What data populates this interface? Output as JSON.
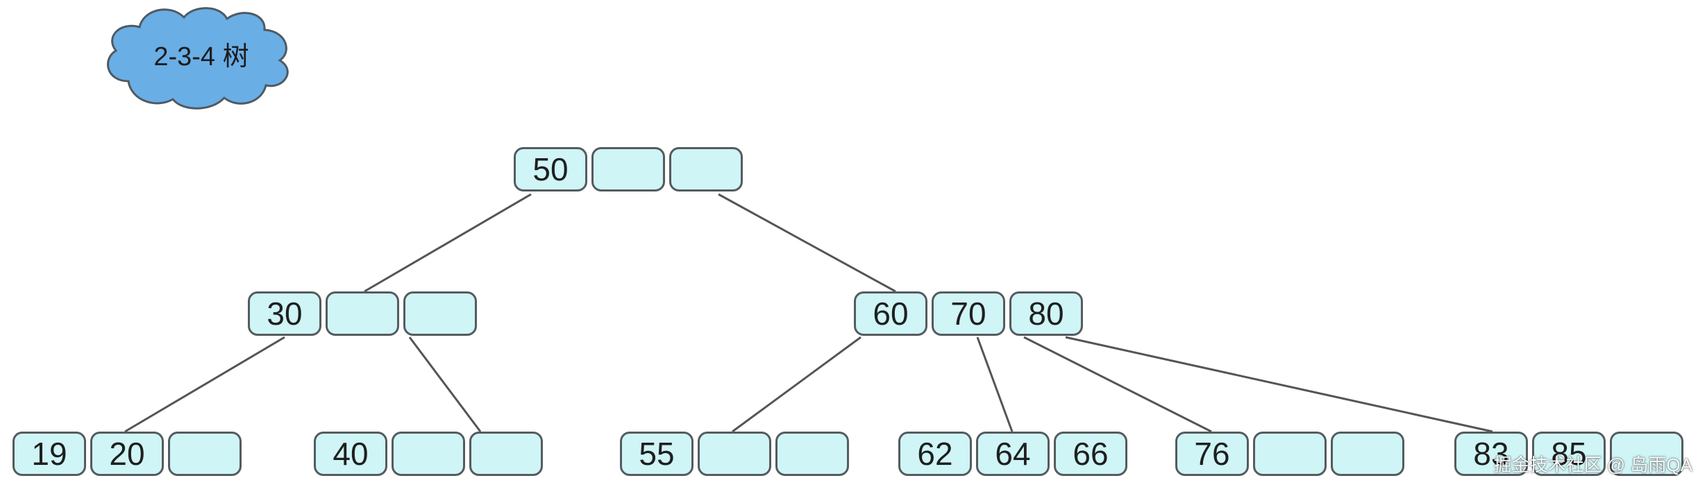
{
  "title": "2-3-4 树",
  "watermark": "掘金技术社区 @ 岛雨QA",
  "colors": {
    "cell_fill": "#cff5f6",
    "cell_border": "#555b5e",
    "cloud_fill": "#6aaee6",
    "edge": "#555555"
  },
  "levels": [
    [
      {
        "id": "root",
        "keys": [
          "50",
          "",
          ""
        ]
      }
    ],
    [
      {
        "id": "l",
        "keys": [
          "30",
          "",
          ""
        ]
      },
      {
        "id": "r",
        "keys": [
          "60",
          "70",
          "80"
        ]
      }
    ],
    [
      {
        "id": "ll",
        "keys": [
          "19",
          "20",
          ""
        ]
      },
      {
        "id": "lr",
        "keys": [
          "40",
          "",
          ""
        ]
      },
      {
        "id": "ra",
        "keys": [
          "55",
          "",
          ""
        ]
      },
      {
        "id": "rb",
        "keys": [
          "62",
          "64",
          "66"
        ]
      },
      {
        "id": "rc",
        "keys": [
          "76",
          "",
          ""
        ]
      },
      {
        "id": "rd",
        "keys": [
          "83",
          "85",
          ""
        ]
      }
    ]
  ],
  "edges": [
    {
      "from": "root",
      "to": "l"
    },
    {
      "from": "root",
      "to": "r"
    },
    {
      "from": "l",
      "to": "ll"
    },
    {
      "from": "l",
      "to": "lr"
    },
    {
      "from": "r",
      "to": "ra"
    },
    {
      "from": "r",
      "to": "rb"
    },
    {
      "from": "r",
      "to": "rc"
    },
    {
      "from": "r",
      "to": "rd"
    }
  ]
}
